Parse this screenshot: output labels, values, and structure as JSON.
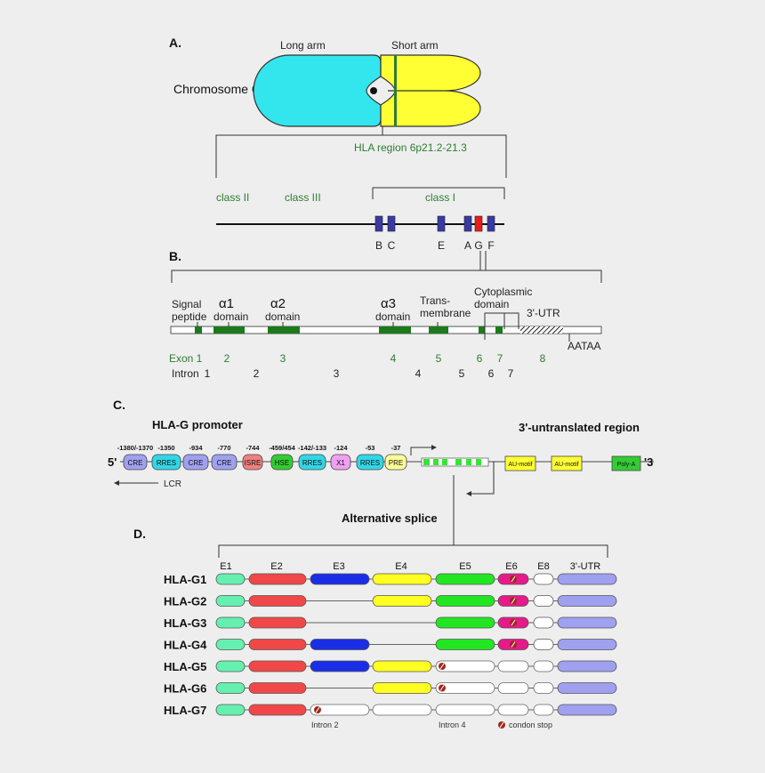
{
  "panels": {
    "a": "A.",
    "b": "B.",
    "c": "C.",
    "d": "D."
  },
  "chromosome": {
    "name": "Chromosome 6",
    "long_arm": "Long arm",
    "short_arm": "Short arm",
    "hla_region": "HLA region 6p21.2-21.3",
    "colors": {
      "long_arm": "#33e6ee",
      "short_arm": "#ffff33",
      "band": "#2e7d32"
    }
  },
  "classes": {
    "class2": "class II",
    "class3": "class III",
    "class1": "class I"
  },
  "genes": [
    {
      "label": "B",
      "color": "#3a3aa6"
    },
    {
      "label": "C",
      "color": "#3a3aa6"
    },
    {
      "label": "E",
      "color": "#3a3aa6"
    },
    {
      "label": "A",
      "color": "#3a3aa6"
    },
    {
      "label": "G",
      "color": "#e81c1c"
    },
    {
      "label": "F",
      "color": "#3a3aa6"
    }
  ],
  "gene_structure": {
    "domains": {
      "signal1": "Signal",
      "signal2": "peptide",
      "a1": "α1",
      "a1_sub": "domain",
      "a2": "α2",
      "a2_sub": "domain",
      "a3": "α3",
      "a3_sub": "domain",
      "tm1": "Trans-",
      "tm2": "membrane",
      "cyto1": "Cytoplasmic",
      "cyto2": "domain",
      "utr": "3'-UTR",
      "polya": "AATAA"
    },
    "exon_title": "Exon 1",
    "exon_numbers": [
      "2",
      "3",
      "4",
      "5",
      "6",
      "7",
      "8"
    ],
    "intron_title": "Intron",
    "intron_numbers": [
      "1",
      "2",
      "3",
      "4",
      "5",
      "6",
      "7"
    ]
  },
  "promoter": {
    "title": "HLA-G promoter",
    "utr_title": "3'-untranslated region",
    "five_prime": "5'",
    "three_prime": "'3",
    "lcr": "LCR",
    "elements": [
      {
        "label": "CRE",
        "pos": "-1380/-1370",
        "color": "#a0a0f0"
      },
      {
        "label": "RRES",
        "pos": "-1350",
        "color": "#33d6e6"
      },
      {
        "label": "CRE",
        "pos": "-934",
        "color": "#a0a0f0"
      },
      {
        "label": "CRE",
        "pos": "-770",
        "color": "#a0a0f0"
      },
      {
        "label": "ISRE",
        "pos": "-744",
        "color": "#f08080"
      },
      {
        "label": "HSE",
        "pos": "-459/454",
        "color": "#33cc33"
      },
      {
        "label": "RRES",
        "pos": "-142/-133",
        "color": "#33d6e6"
      },
      {
        "label": "X1",
        "pos": "-124",
        "color": "#f0a0f0"
      },
      {
        "label": "RRES",
        "pos": "-53",
        "color": "#33d6e6"
      },
      {
        "label": "PRE",
        "pos": "-37",
        "color": "#ffff99"
      }
    ],
    "utr_elements": [
      {
        "label": "AU-motif",
        "color": "#ffff33"
      },
      {
        "label": "AU-motif",
        "color": "#ffff33"
      },
      {
        "label": "Poly-A",
        "color": "#33cc33"
      }
    ],
    "alt_splice": "Alternative splice"
  },
  "isoforms": {
    "columns": [
      "E1",
      "E2",
      "E3",
      "E4",
      "E5",
      "E6",
      "E8",
      "3'-UTR"
    ],
    "colors": {
      "E1": "#66f0b0",
      "E2": "#f04848",
      "E3": "#1a2ee6",
      "E4": "#ffff22",
      "E5": "#22e622",
      "E6": "#e61a8a",
      "E8": "#ffffff",
      "UTR": "#a0a0f0"
    },
    "rows": [
      {
        "name": "HLA-G1",
        "exons": [
          "E1",
          "E2",
          "E3",
          "E4",
          "E5",
          "E6",
          "E8",
          "UTR"
        ],
        "stop": "E6",
        "intron": []
      },
      {
        "name": "HLA-G2",
        "exons": [
          "E1",
          "E2",
          "E4",
          "E5",
          "E6",
          "E8",
          "UTR"
        ],
        "stop": "E6",
        "intron": []
      },
      {
        "name": "HLA-G3",
        "exons": [
          "E1",
          "E2",
          "E5",
          "E6",
          "E8",
          "UTR"
        ],
        "stop": "E6",
        "intron": []
      },
      {
        "name": "HLA-G4",
        "exons": [
          "E1",
          "E2",
          "E3",
          "E5",
          "E6",
          "E8",
          "UTR"
        ],
        "stop": "E6",
        "intron": []
      },
      {
        "name": "HLA-G5",
        "exons": [
          "E1",
          "E2",
          "E3",
          "E4",
          "UTR"
        ],
        "stop": "I4",
        "intron": [
          "I4",
          "I5",
          "I6"
        ]
      },
      {
        "name": "HLA-G6",
        "exons": [
          "E1",
          "E2",
          "E4",
          "UTR"
        ],
        "stop": "I4",
        "intron": [
          "I4",
          "I5",
          "I6"
        ]
      },
      {
        "name": "HLA-G7",
        "exons": [
          "E1",
          "E2",
          "UTR"
        ],
        "stop": "I2",
        "intron": [
          "I2",
          "I3",
          "I4",
          "I5",
          "I6"
        ]
      }
    ],
    "notes": {
      "intron2": "Intron 2",
      "intron4": "Intron 4",
      "stop": "condon stop"
    }
  }
}
